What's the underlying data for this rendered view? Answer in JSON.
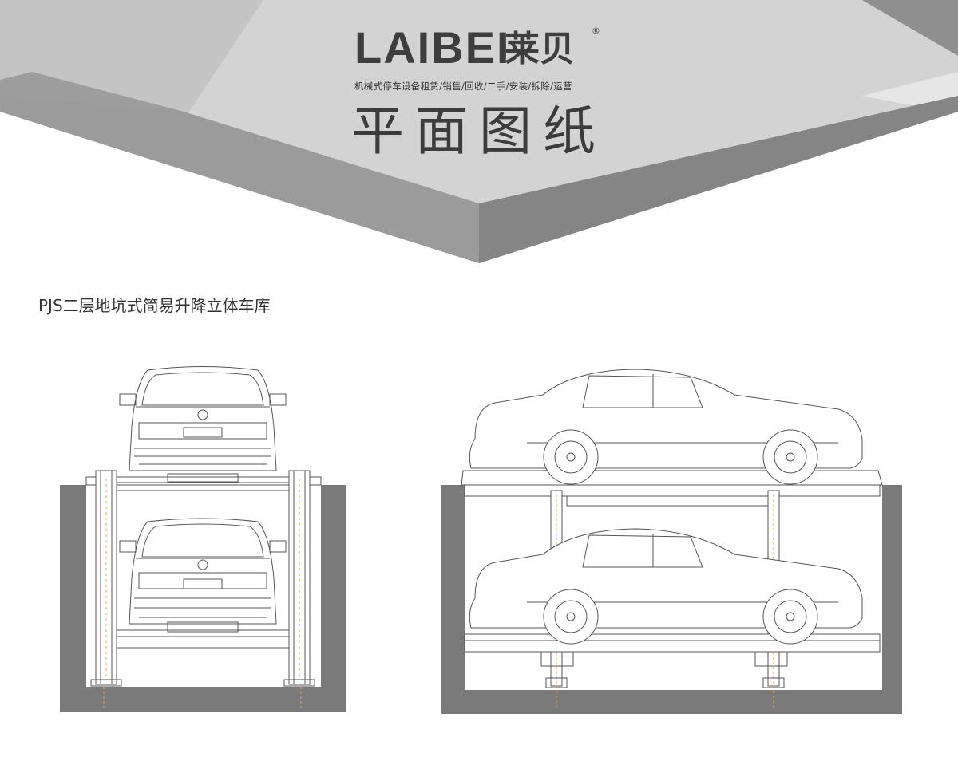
{
  "header": {
    "brand_latin": "LAIBEI",
    "brand_cn": "莱贝",
    "brand_reg": "®",
    "services": "机械式停车设备租赁/销售/回收/二手/安装/拆除/运营",
    "title": "平面图纸"
  },
  "content": {
    "subtitle": "PJS二层地坑式简易升降立体车库"
  },
  "colors": {
    "banner_dark": "#8a8a8a",
    "banner_mid": "#a9a9a9",
    "banner_light": "#cfcfcf",
    "pit_wall": "#7a7a7a",
    "line": "#555555",
    "accent_dashed": "#e2a35a"
  }
}
